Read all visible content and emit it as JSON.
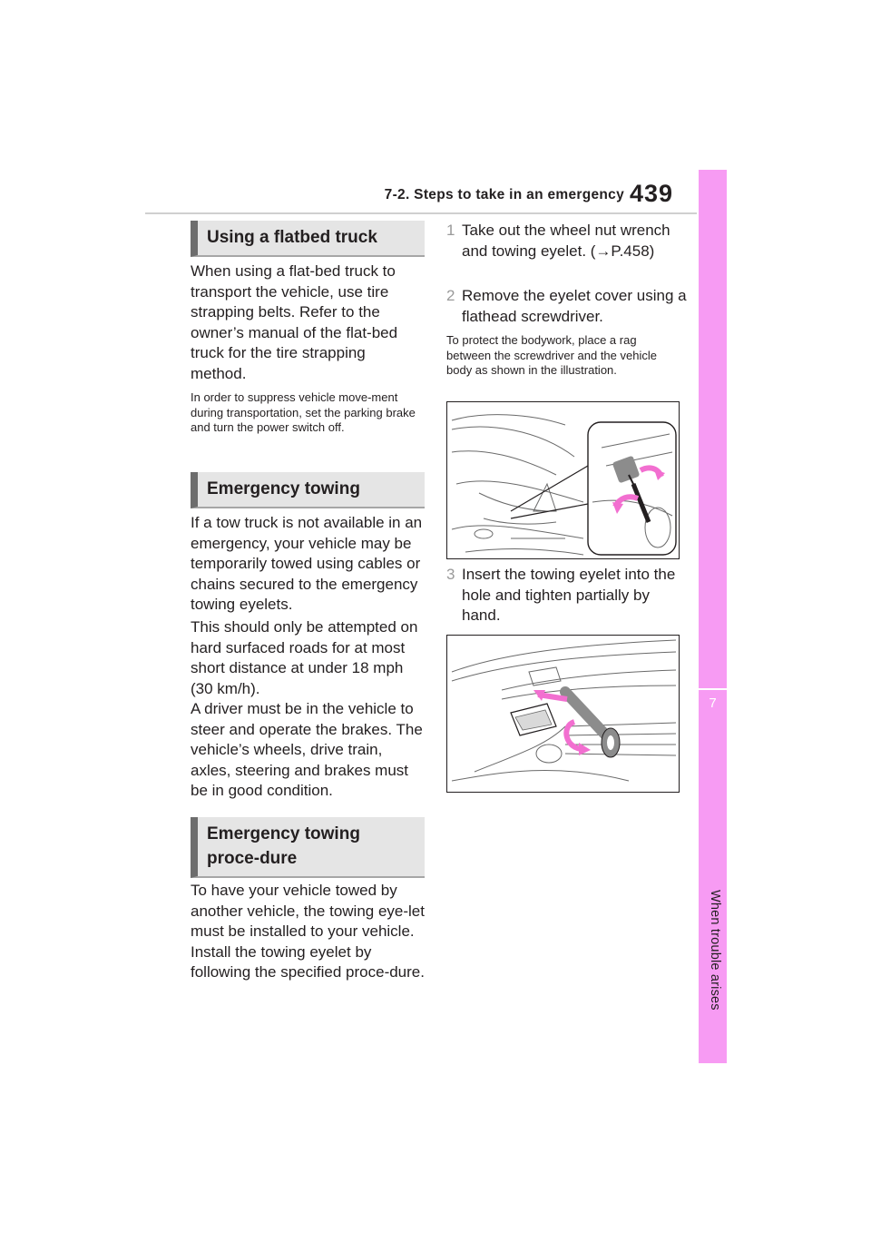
{
  "header": {
    "title": "7-2. Steps to take in an emergency",
    "page_number": "439"
  },
  "side_tab": {
    "chapter": "7",
    "label": "When trouble arises"
  },
  "left_column": {
    "section1_heading": "Using a flatbed truck",
    "section1_body": "When using a flat-bed truck to transport the vehicle, use tire strapping belts. Refer to the owner’s manual of the flat-bed truck for the tire strapping method.",
    "section1_note": "In order to suppress vehicle move-ment during transportation, set the parking brake and turn the power switch off.",
    "section2_heading": "Emergency towing",
    "section2_para1": "If a tow truck is not available in an emergency, your vehicle may be temporarily towed using cables or chains secured to the emergency towing eyelets.",
    "section2_para2": "This should only be attempted on hard surfaced roads for at most short distance at under 18 mph (30 km/h).",
    "section2_para3": "A driver must be in the vehicle to steer and operate the brakes. The vehicle’s wheels, drive train, axles, steering and brakes must be in good condition.",
    "section3_heading": "Emergency towing proce-dure",
    "section3_body": "To have your vehicle towed by another vehicle, the towing eye-let must be installed to your vehicle. Install the towing eyelet by following the specified proce-dure."
  },
  "right_column": {
    "steps": [
      {
        "num": "1",
        "text": "Take out the wheel nut wrench and towing eyelet. (→P.458)"
      },
      {
        "num": "2",
        "text": "Remove the eyelet cover using a flathead screwdriver."
      },
      {
        "num": "3",
        "text": "Insert the towing eyelet into the hole and tighten partially by hand."
      }
    ],
    "step2_note": "To protect the bodywork, place a rag between the screwdriver and the vehicle body as shown in the illustration."
  },
  "colors": {
    "side_tab": "#f79bf3",
    "heading_bar": "#6d6d6d",
    "heading_bg": "#e5e5e5",
    "arrow": "#f26fd0"
  },
  "icons": [
    "screwdriver-illustration",
    "towing-eyelet-illustration"
  ]
}
